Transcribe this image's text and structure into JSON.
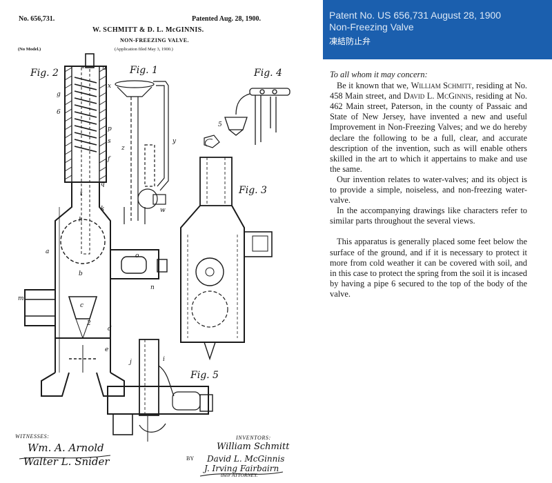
{
  "header": {
    "patent_line": "Patent No. US 656,731 August 28, 1900",
    "title_en": "Non-Freezing Valve",
    "title_ja": "凍結防止弁"
  },
  "patent_sheet": {
    "number": "No. 656,731.",
    "patented": "Patented Aug. 28, 1900.",
    "inventors": "W. SCHMITT & D. L. McGINNIS.",
    "title": "NON-FREEZING VALVE.",
    "application": "(Application filed May 3, 1900.)",
    "model": "(No Model.)",
    "figures": [
      "Fig. 2",
      "Fig. 1",
      "Fig. 4",
      "Fig. 3",
      "Fig. 5"
    ],
    "witnesses_label": "WITNESSES:",
    "inventors_label": "INVENTORS:",
    "by_label": "BY",
    "attorney_label": "their ATTORNEY.",
    "signatures": {
      "witness_1": "Wm. A. Arnold",
      "witness_2": "Walter L. Snider",
      "inventor_1": "William Schmitt",
      "inventor_2": "David L. McGinnis",
      "attorney": "J. Irving Fairbairn"
    }
  },
  "body_text": {
    "salutation": "To all whom it may concern:",
    "para1": {
      "a": "Be it known that we, ",
      "name1": "William Schmitt",
      "b": ", residing at No. 458 Main street, and ",
      "name2": "David L. McGinnis",
      "c": ", residing at No. 462 Main street, Paterson, in the county of Passaic and State of New Jersey, have invented a new and useful Improvement in Non-Freezing Valves; and we do hereby declare the following to be a full, clear, and accurate description of the invention, such as will enable others skilled in the art to which it appertains to make and use the same."
    },
    "para2": "Our invention relates to water-valves; and its object is to provide a simple, noiseless, and non-freezing water-valve.",
    "para3": "In the accompanying drawings like characters refer to similar parts throughout the several views.",
    "para4": "This apparatus is generally placed some feet below the surface of the ground, and if it is necessary to protect it more from cold weather it can be covered with soil, and in this case to protect the spring from the soil it is incased by having a pipe 6 secured to the top of the body of the valve."
  },
  "drawing_labels": [
    "u",
    "x",
    "g",
    "6",
    "p",
    "s",
    "f",
    "q",
    "t",
    "k",
    "h",
    "a",
    "o",
    "b",
    "m",
    "n",
    "c",
    "e",
    "d",
    "y",
    "w",
    "z",
    "j",
    "i",
    "2",
    "5"
  ]
}
